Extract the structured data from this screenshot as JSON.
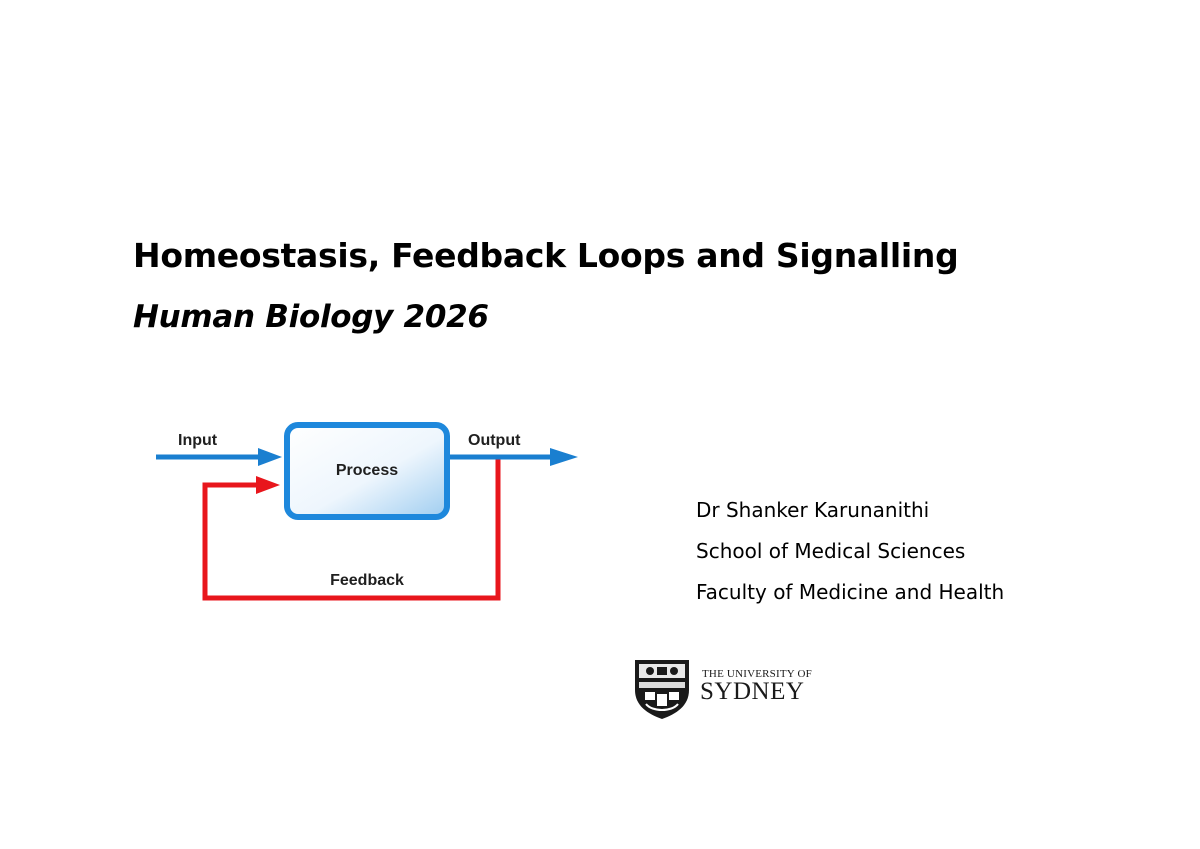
{
  "slide": {
    "title": "Homeostasis, Feedback Loops and Signalling",
    "subtitle": "Human Biology 2026"
  },
  "diagram": {
    "input_label": "Input",
    "process_label": "Process",
    "output_label": "Output",
    "feedback_label": "Feedback",
    "colors": {
      "signal_blue": "#1a7fd0",
      "feedback_red": "#e8161c",
      "box_border": "#1e88dc",
      "box_fill_light": "#f4f9fe",
      "box_fill_tint": "#a9d3f2"
    }
  },
  "author": {
    "name": "Dr Shanker Karunanithi",
    "school": "School of Medical Sciences",
    "faculty": "Faculty of Medicine and Health"
  },
  "logo": {
    "line1": "THE UNIVERSITY OF",
    "line2": "SYDNEY",
    "icon": "university-crest-icon"
  }
}
